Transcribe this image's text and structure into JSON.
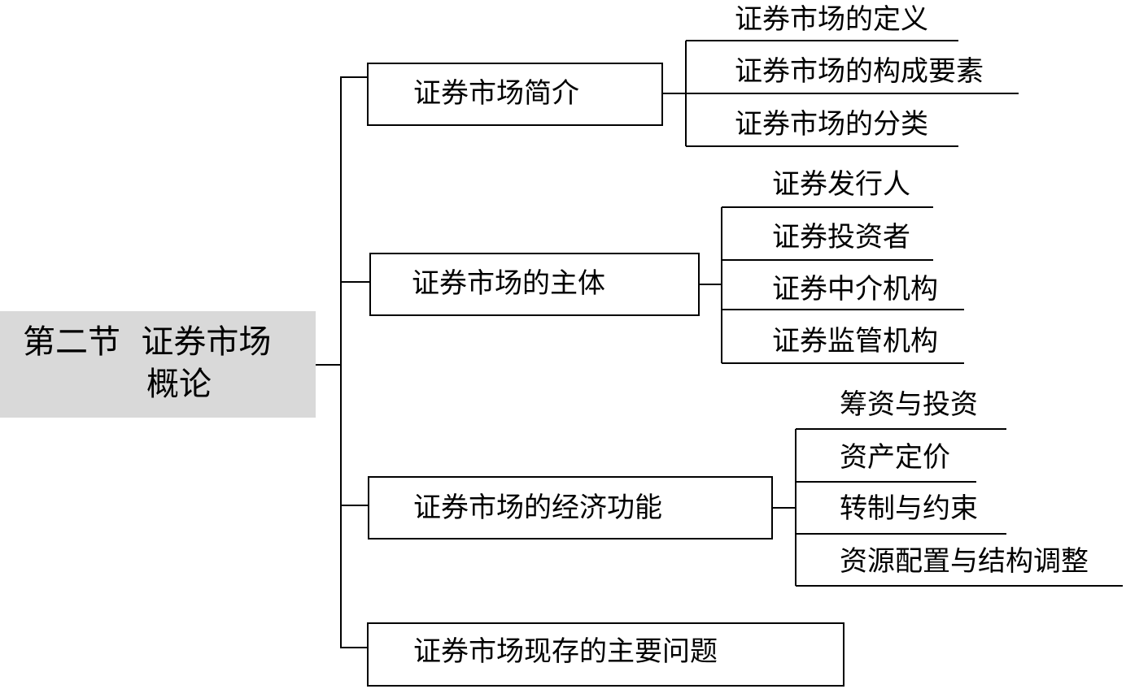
{
  "root": {
    "line1": "第二节  证券市场",
    "line2": "概论"
  },
  "branches": [
    {
      "label": "证券市场简介",
      "children": [
        "证券市场的定义",
        "证券市场的构成要素",
        "证券市场的分类"
      ]
    },
    {
      "label": "证券市场的主体",
      "children": [
        "证券发行人",
        "证券投资者",
        "证券中介机构",
        "证券监管机构"
      ]
    },
    {
      "label": "证券市场的经济功能",
      "children": [
        "筹资与投资",
        "资产定价",
        "转制与约束",
        "资源配置与结构调整"
      ]
    },
    {
      "label": "证券市场现存的主要问题",
      "children": []
    }
  ],
  "colors": {
    "root_fill": "#d9d9d9",
    "line": "#000000"
  }
}
